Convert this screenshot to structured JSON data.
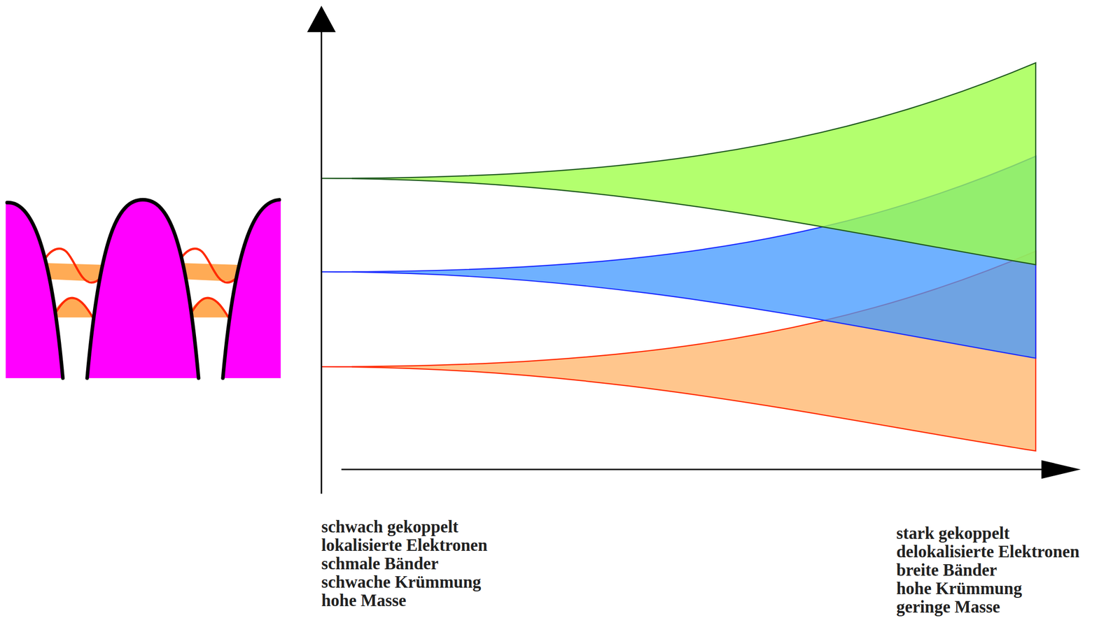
{
  "diagram": {
    "labels": [
      "schwach gekoppelt",
      "lokalisierte Elektronen",
      "schmale Bänder",
      "schwache Krümmung",
      "hohe Masse",
      "stark gekoppelt",
      "delokalisierte Elektronen",
      "breite Bänder",
      "hohe Krümmung",
      "geringe Masse"
    ]
  }
}
